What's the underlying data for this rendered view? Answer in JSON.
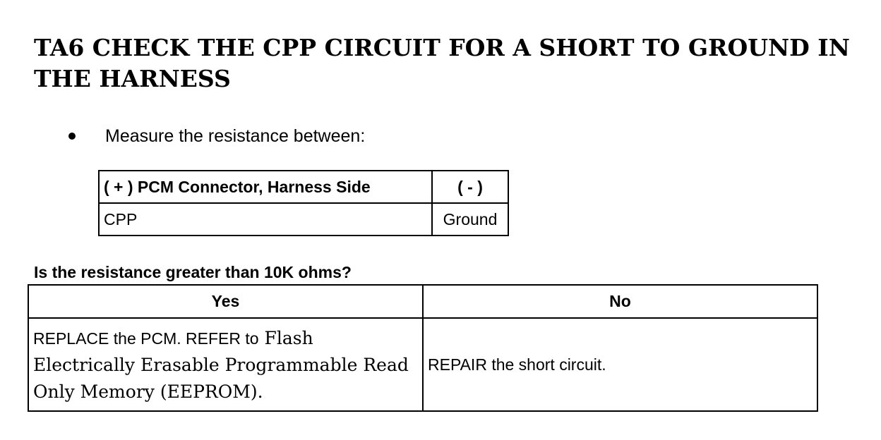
{
  "title": "TA6 CHECK THE CPP CIRCUIT FOR A SHORT TO GROUND IN THE HARNESS",
  "instruction": "Measure the resistance between:",
  "measurement_table": {
    "headers": [
      "( + ) PCM Connector, Harness Side",
      "( - )"
    ],
    "rows": [
      [
        "CPP",
        "Ground"
      ]
    ]
  },
  "question": "Is the resistance greater than 10K ohms?",
  "result_table": {
    "headers": [
      "Yes",
      "No"
    ],
    "yes": {
      "part1": "REPLACE the PCM. REFER to",
      "part2": " Flash Electrically Erasable Programmable Read Only Memory (EEPROM)."
    },
    "no": "REPAIR the short circuit."
  }
}
